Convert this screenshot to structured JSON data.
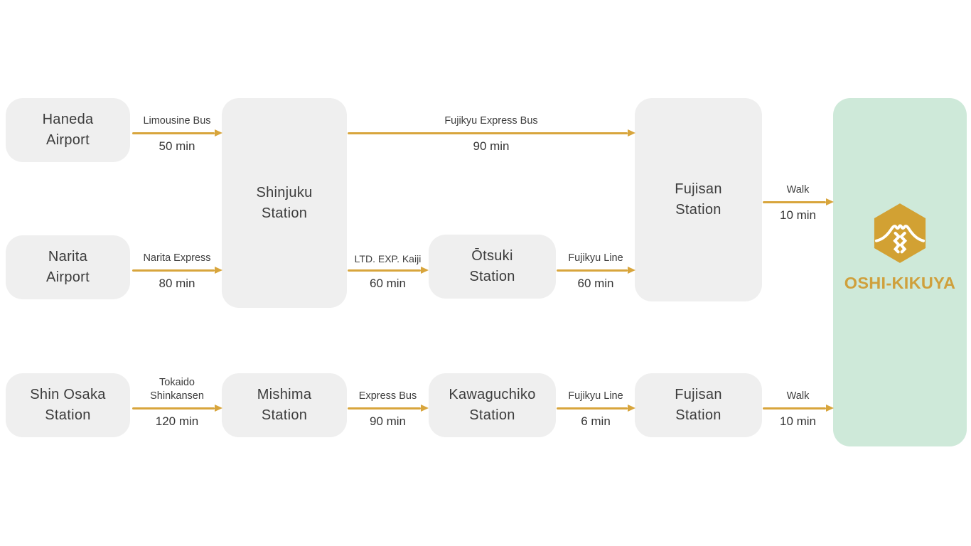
{
  "colors": {
    "accent_gold": "#d8a53c",
    "logo_gold": "#d2a133",
    "brand_text_gold": "#cfa03c",
    "node_gray": "#efefef",
    "destination_green": "#cee9d9",
    "text_dark": "#3c3c3c"
  },
  "nodes": {
    "haneda": {
      "label": "Haneda\nAirport"
    },
    "shinjuku": {
      "label": "Shinjuku\nStation"
    },
    "narita": {
      "label": "Narita\nAirport"
    },
    "otsuki": {
      "label": "Ōtsuki\nStation"
    },
    "fujisan_main": {
      "label": "Fujisan\nStation"
    },
    "shin_osaka": {
      "label": "Shin Osaka\nStation"
    },
    "mishima": {
      "label": "Mishima\nStation"
    },
    "kawaguchiko": {
      "label": "Kawaguchiko\nStation"
    },
    "fujisan_south": {
      "label": "Fujisan\nStation"
    }
  },
  "destination": {
    "name": "OSHI-KIKUYA",
    "logo_icon": "mount-fuji-hexagon-icon"
  },
  "routes": {
    "limousine": {
      "mode": "Limousine Bus",
      "duration": "50 min"
    },
    "fujikyu_express": {
      "mode": "Fujikyu Express Bus",
      "duration": "90 min"
    },
    "walk_north": {
      "mode": "Walk",
      "duration": "10 min"
    },
    "narita_express": {
      "mode": "Narita Express",
      "duration": "80 min"
    },
    "kaiji": {
      "mode": "LTD. EXP. Kaiji",
      "duration": "60 min"
    },
    "fujikyu_line_otsuki": {
      "mode": "Fujikyu Line",
      "duration": "60 min"
    },
    "shinkansen": {
      "mode": "Tokaido\nShinkansen",
      "duration": "120 min"
    },
    "express_bus": {
      "mode": "Express Bus",
      "duration": "90 min"
    },
    "fujikyu_line_kawaguchiko": {
      "mode": "Fujikyu Line",
      "duration": "6 min"
    },
    "walk_south": {
      "mode": "Walk",
      "duration": "10 min"
    }
  }
}
